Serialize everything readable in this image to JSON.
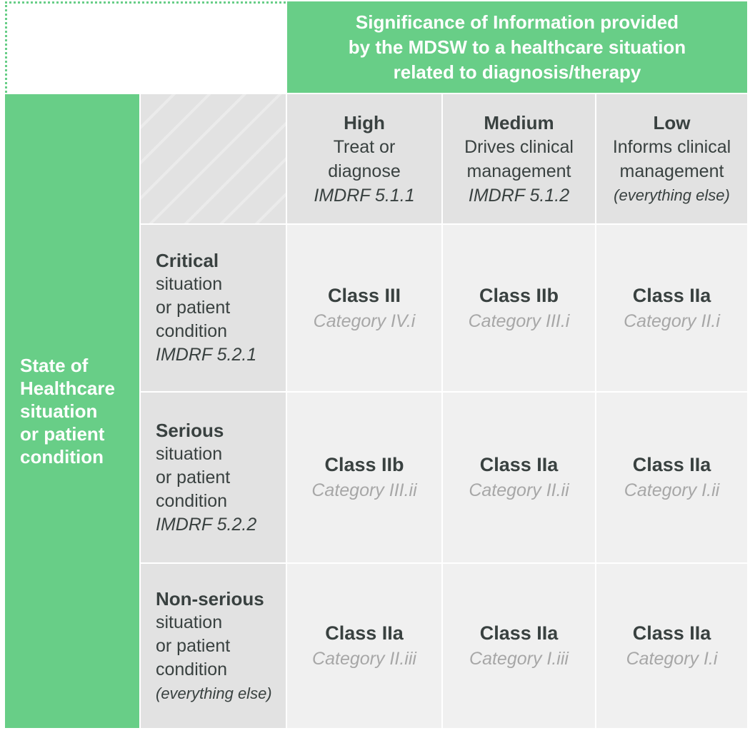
{
  "title_block": {
    "text": "Significance of Information provided\nby the MDSW to a healthcare situation\nrelated to diagnosis/therapy"
  },
  "left_block": {
    "text": "State of\nHealthcare\nsituation\nor patient\ncondition"
  },
  "col_headers": [
    {
      "title": "High",
      "subtitle": "Treat or\ndiagnose",
      "ref": "IMDRF 5.1.1",
      "ref_variant": "normal"
    },
    {
      "title": "Medium",
      "subtitle": "Drives clinical\nmanagement",
      "ref": "IMDRF 5.1.2",
      "ref_variant": "normal"
    },
    {
      "title": "Low",
      "subtitle": "Informs clinical\nmanagement",
      "ref": "(everything else)",
      "ref_variant": "small"
    }
  ],
  "row_headers": [
    {
      "title": "Critical",
      "subtitle": "situation\nor patient\ncondition",
      "ref": "IMDRF 5.2.1",
      "ref_variant": "normal"
    },
    {
      "title": "Serious",
      "subtitle": "situation\nor patient\ncondition",
      "ref": "IMDRF 5.2.2",
      "ref_variant": "normal"
    },
    {
      "title": "Non-serious",
      "subtitle": "situation\nor patient\ncondition",
      "ref": "(everything else)",
      "ref_variant": "small"
    }
  ],
  "cells": [
    [
      {
        "cls": "Class III",
        "category": "Category IV.i"
      },
      {
        "cls": "Class IIb",
        "category": "Category III.i"
      },
      {
        "cls": "Class IIa",
        "category": "Category II.i"
      }
    ],
    [
      {
        "cls": "Class IIb",
        "category": "Category III.ii"
      },
      {
        "cls": "Class IIa",
        "category": "Category II.ii"
      },
      {
        "cls": "Class IIa",
        "category": "Category I.ii"
      }
    ],
    [
      {
        "cls": "Class IIa",
        "category": "Category II.iii"
      },
      {
        "cls": "Class IIa",
        "category": "Category I.iii"
      },
      {
        "cls": "Class IIa",
        "category": "Category I.i"
      }
    ]
  ],
  "colors": {
    "green": "#68ce87",
    "header_gray": "#e2e2e2",
    "cell_gray": "#f0f0f0",
    "dark_text": "#394140",
    "muted_text": "#a7a7a7"
  }
}
